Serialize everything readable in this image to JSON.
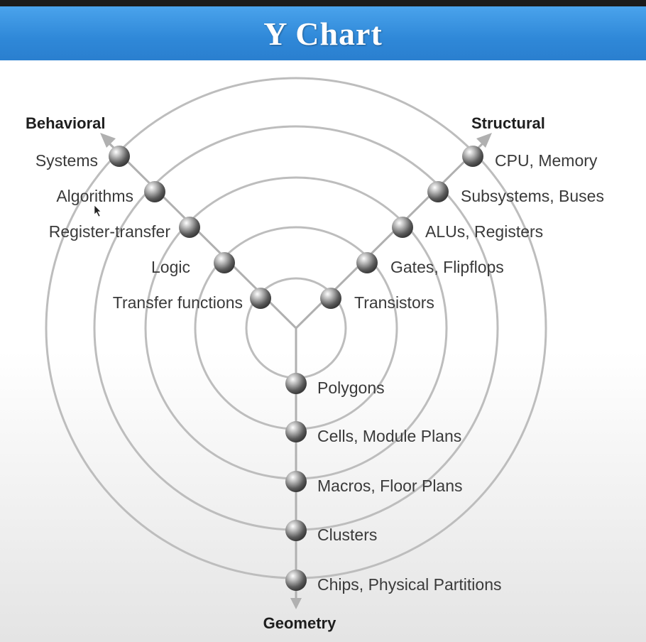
{
  "title": "Y Chart",
  "axes": {
    "behavioral": "Behavioral",
    "structural": "Structural",
    "geometry": "Geometry"
  },
  "behavioral_levels": [
    "Systems",
    "Algorithms",
    "Register-transfer",
    "Logic",
    "Transfer functions"
  ],
  "structural_levels": [
    "CPU, Memory",
    "Subsystems, Buses",
    "ALUs, Registers",
    "Gates, Flipflops",
    "Transistors"
  ],
  "geometry_levels": [
    "Chips, Physical Partitions",
    "Clusters",
    "Macros, Floor Plans",
    "Cells, Module Plans",
    "Polygons"
  ],
  "colors": {
    "title_bar": "#2f88d8",
    "circles": "#bdbdbd",
    "node": "#808080"
  }
}
